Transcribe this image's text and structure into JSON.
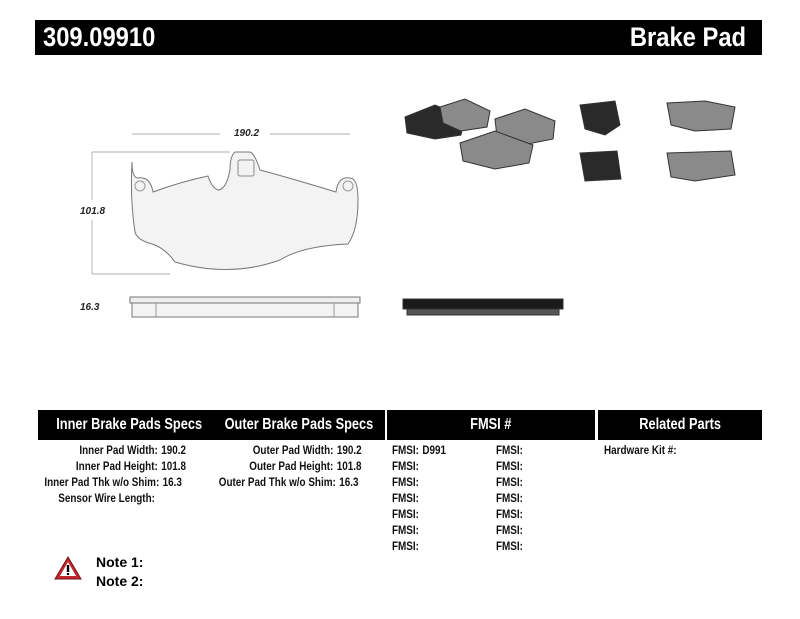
{
  "header": {
    "part_number": "309.09910",
    "product_type": "Brake Pad"
  },
  "drawing": {
    "width": "190.2",
    "height": "101.8",
    "thickness": "16.3"
  },
  "table": {
    "headers": {
      "inner": "Inner Brake Pads Specs",
      "outer": "Outer Brake Pads Specs",
      "fmsi": "FMSI #",
      "related": "Related Parts"
    },
    "inner": [
      {
        "label": "Inner Pad Width:",
        "value": "190.2"
      },
      {
        "label": "Inner Pad Height:",
        "value": "101.8"
      },
      {
        "label": "Inner Pad Thk w/o Shim:",
        "value": "16.3"
      },
      {
        "label": "Sensor Wire Length:",
        "value": ""
      }
    ],
    "outer": [
      {
        "label": "Outer Pad Width:",
        "value": "190.2"
      },
      {
        "label": "Outer Pad Height:",
        "value": "101.8"
      },
      {
        "label": "Outer Pad Thk w/o Shim:",
        "value": "16.3"
      }
    ],
    "fmsi_col1": [
      {
        "label": "FMSI:",
        "value": "D991"
      },
      {
        "label": "FMSI:",
        "value": ""
      },
      {
        "label": "FMSI:",
        "value": ""
      },
      {
        "label": "FMSI:",
        "value": ""
      },
      {
        "label": "FMSI:",
        "value": ""
      },
      {
        "label": "FMSI:",
        "value": ""
      },
      {
        "label": "FMSI:",
        "value": ""
      }
    ],
    "fmsi_col2": [
      {
        "label": "FMSI:",
        "value": ""
      },
      {
        "label": "FMSI:",
        "value": ""
      },
      {
        "label": "FMSI:",
        "value": ""
      },
      {
        "label": "FMSI:",
        "value": ""
      },
      {
        "label": "FMSI:",
        "value": ""
      },
      {
        "label": "FMSI:",
        "value": ""
      },
      {
        "label": "FMSI:",
        "value": ""
      }
    ],
    "related": [
      {
        "label": "Hardware Kit #:",
        "value": ""
      }
    ]
  },
  "notes": [
    {
      "label": "Note 1:",
      "value": ""
    },
    {
      "label": "Note 2:",
      "value": ""
    }
  ],
  "colors": {
    "warning": "#c0282d",
    "pad_gray": "#8a8a8a",
    "backing": "#2a2a2a"
  }
}
